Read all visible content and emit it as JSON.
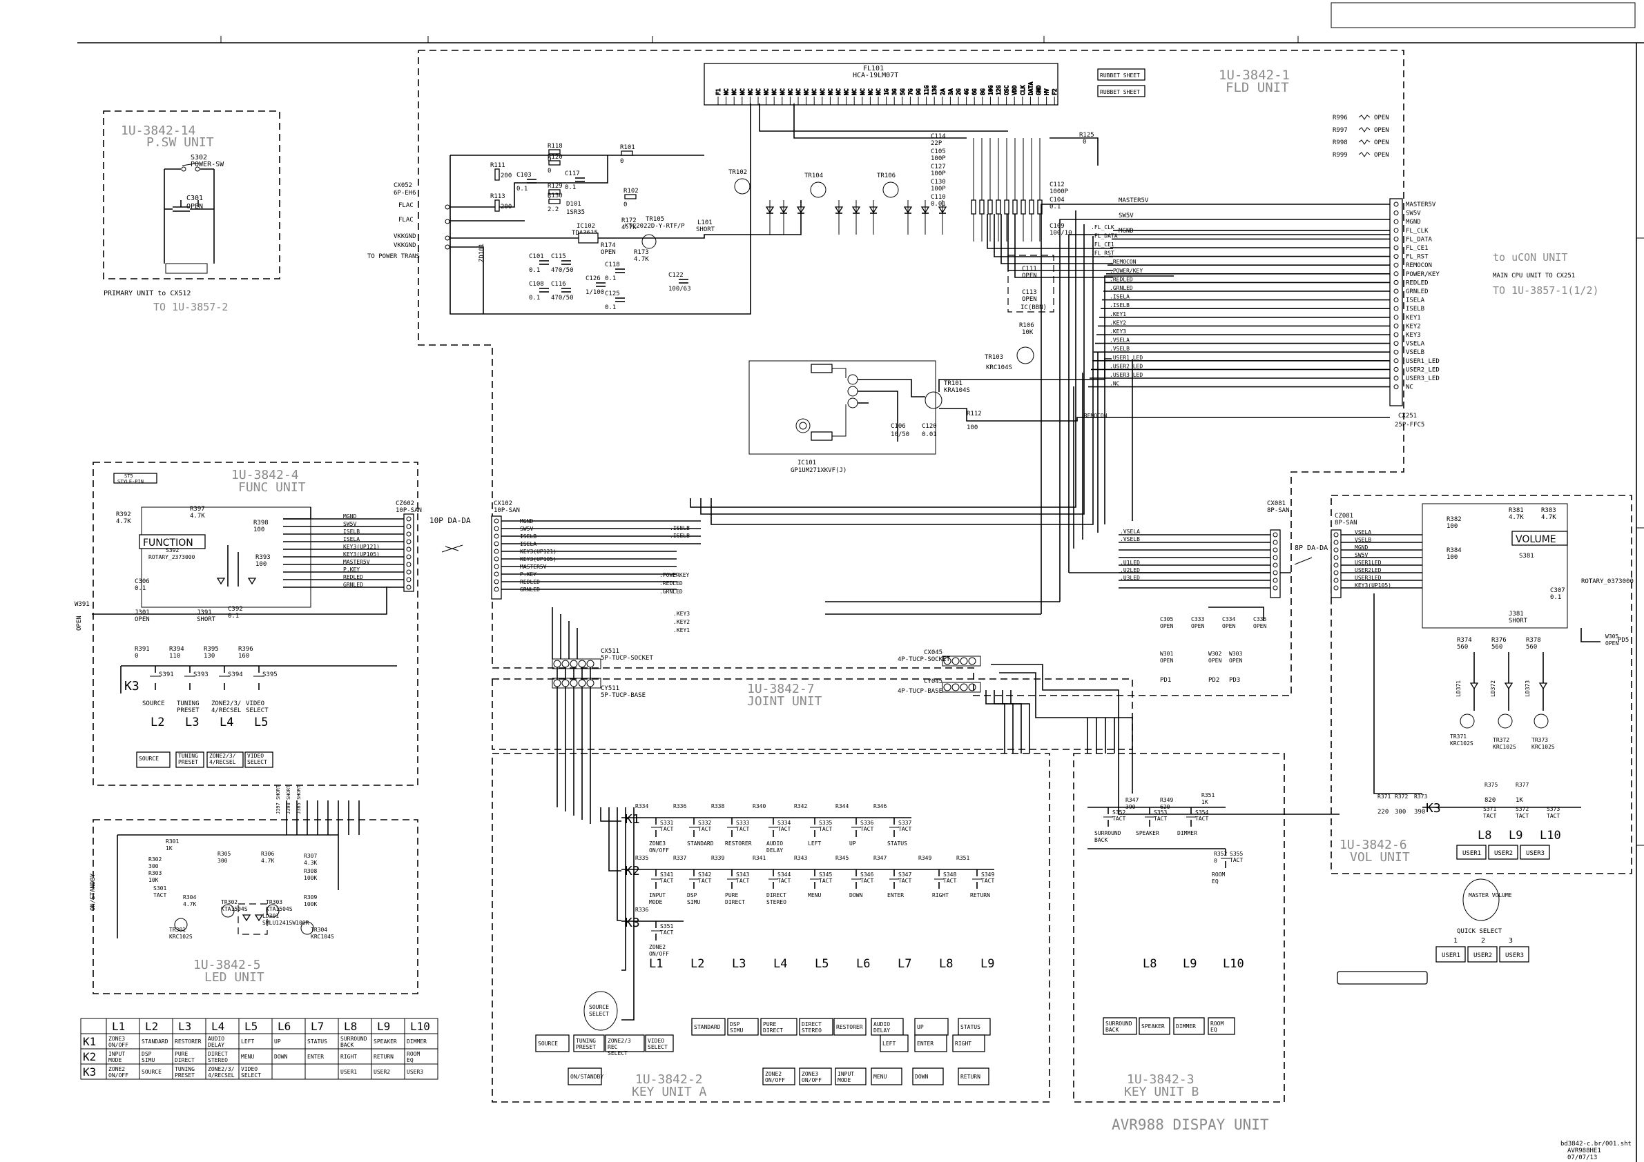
{
  "title": "AVR988 DISPAY UNIT",
  "file_id": [
    "bd3842-c.br/001.sht",
    "AVR988HE1",
    "07/07/13"
  ],
  "units": {
    "fld": {
      "code": "1U-3842-1",
      "name": "FLD UNIT"
    },
    "psw": {
      "code": "1U-3842-14",
      "name": "P.SW UNIT"
    },
    "func": {
      "code": "1U-3842-4",
      "name": "FUNC UNIT"
    },
    "led": {
      "code": "1U-3842-5",
      "name": "LED UNIT"
    },
    "joint": {
      "code": "1U-3842-7",
      "name": "JOINT UNIT"
    },
    "keya": {
      "code": "1U-3842-2",
      "name": "KEY UNIT A"
    },
    "keyb": {
      "code": "1U-3842-3",
      "name": "KEY UNIT B"
    },
    "vol": {
      "code": "1U-3842-6",
      "name": "VOL UNIT"
    }
  },
  "labels": {
    "to_ucon": "to uCON UNIT",
    "main_cpu": "MAIN CPU UNIT TO CX251",
    "to_3857_1": "TO 1U-3857-1(1/2)",
    "primary": "PRIMARY UNIT to CX512",
    "to_3857_2": "TO 1U-3857-2",
    "to_power": "TO POWER TRANS",
    "da_10p": "10P DA-DA",
    "da_8p": "8P DA-DA",
    "fl101": [
      "FL101",
      "HCA-19LM07T"
    ],
    "cx052": [
      "CX052",
      "6P-EH6"
    ],
    "cx251": [
      "CX251",
      "25P-FFC5"
    ],
    "cx102": [
      "CX102",
      "10P-SAN"
    ],
    "cz602": [
      "CZ602",
      "10P-SAN"
    ],
    "cx081": [
      "CX081",
      "8P-SAN"
    ],
    "cz081": [
      "CZ081",
      "8P-SAN"
    ],
    "cx511": [
      "CX511",
      "5P-TUCP-SOCKET"
    ],
    "cy511": [
      "CY511",
      "5P-TUCP-BASE"
    ],
    "cx045": [
      "CX045",
      "4P-TUCP-SOCKET"
    ],
    "cy045": [
      "CY045",
      "4P-TUCP-BASE"
    ],
    "ic101": [
      "IC101",
      "GP1UM271XKVF(J)"
    ],
    "function": "FUNCTION",
    "volume": "VOLUME",
    "rotary_func": [
      "S392",
      "ROTARY_2373000"
    ],
    "rotary_vol": "ROTARY_0373000",
    "rubbet1": "RUBBET SHEET",
    "rubbet2": "RUBBET SHEET",
    "st_b": [
      "ST5",
      "STYLE-PIN"
    ]
  },
  "cx251_pins": [
    "MASTER5V",
    "SW5V",
    "MGND",
    "FL_CLK",
    "FL_DATA",
    "FL_CE1",
    "FL_RST",
    "REMOCON",
    "POWER/KEY",
    "REDLED",
    "GRNLED",
    "ISELA",
    "ISELB",
    "KEY1",
    "KEY2",
    "KEY3",
    "VSELA",
    "VSELB",
    "USER1_LED",
    "USER2_LED",
    "USER3_LED",
    "NC"
  ],
  "cx052_pins": [
    "FLAC",
    "FLAC",
    "VKKGND",
    "VKKGND"
  ],
  "func_bus": [
    "MGND",
    "SW5V",
    "ISELB",
    "ISELA",
    "KEY3(UP121)",
    "KEY3(UP105)",
    "MASTER5V",
    "P.KEY",
    "REDLED",
    "GRNLED"
  ],
  "cx081_bus": [
    "VSELA",
    "VSELB",
    "MGND",
    "SW5V",
    "USER1LED",
    "USER2LED",
    "USER3LED",
    "KEY3(UP105)"
  ],
  "psw_parts": [
    "S302",
    "POWER-SW",
    "C301",
    "OPEN"
  ],
  "func_keys": {
    "row_label": "K3",
    "switches": [
      "S391 TACT",
      "S393 TACT",
      "S394 TACT",
      "S395 TACT"
    ],
    "names": [
      "SOURCE",
      "TUNING PRESET",
      "ZONE2/3/ 4/RECSEL",
      "VIDEO SELECT"
    ],
    "cols": [
      "L2",
      "L3",
      "L4",
      "L5"
    ]
  },
  "func_buttons": [
    "SOURCE",
    "TUNING PRESET",
    "ZONE2/3/ 4/RECSEL",
    "VIDEO SELECT"
  ],
  "led_parts": [
    "R301 1K",
    "R302 300",
    "R303 10K",
    "R304 4.7K",
    "R305 300",
    "R306 4.7K",
    "R307 4.3K",
    "R308 100K",
    "R309 100K",
    "TR301 KRC102S",
    "TR302 KTA1504S",
    "TR303 KTA1504S",
    "TR304 KRC104S",
    "LD301 SMLU1241SW100R",
    "S301 TACT"
  ],
  "led_standby": "ON/STANDBY",
  "keya_rows": [
    {
      "k": "K1",
      "names": [
        "ZONE3 ON/OFF",
        "STANDARD",
        "RESTORER",
        "AUDIO DELAY",
        "LEFT",
        "UP",
        "STATUS"
      ]
    },
    {
      "k": "K2",
      "names": [
        "INPUT MODE",
        "DSP SIMU",
        "PURE DIRECT",
        "DIRECT STEREO",
        "MENU",
        "DOWN",
        "ENTER",
        "RIGHT",
        "RETURN"
      ]
    },
    {
      "k": "K3",
      "names": [
        "ZONE2 ON/OFF"
      ]
    }
  ],
  "keya_cols": [
    "L1",
    "L2",
    "L3",
    "L4",
    "L5",
    "L6",
    "L7",
    "L8",
    "L9"
  ],
  "keyb_names": [
    "SURROUND BACK",
    "SPEAKER",
    "DIMMER",
    "ROOM EQ"
  ],
  "keyb_cols": [
    "L8",
    "L9",
    "L10"
  ],
  "vol_row": "K3",
  "vol_cols": [
    "L8",
    "L9",
    "L10"
  ],
  "vol_buttons": [
    "USER1",
    "USER2",
    "USER3"
  ],
  "quick_select": {
    "label": "QUICK SELECT",
    "knob": "MASTER VOLUME",
    "nums": [
      "1",
      "2",
      "3"
    ],
    "buttons": [
      "USER1",
      "USER2",
      "USER3"
    ]
  },
  "panel_a": {
    "source_knob": "SOURCE SELECT",
    "row1": [
      "STANDARD",
      "DSP SIMU",
      "PURE DIRECT",
      "DIRECT STEREO",
      "RESTORER",
      "AUDIO DELAY",
      "UP",
      "STATUS"
    ],
    "row2": [
      "SOURCE",
      "TUNING PRESET",
      "ZONE2/3 REC SELECT",
      "VIDEO SELECT",
      "LEFT",
      "ENTER",
      "RIGHT"
    ],
    "row3": [
      "ON/STANDBY",
      "ZONE2 ON/OFF",
      "ZONE3 ON/OFF",
      "INPUT MODE",
      "MENU",
      "DOWN",
      "RETURN"
    ]
  },
  "panel_b": [
    "SURROUND BACK",
    "SPEAKER",
    "DIMMER",
    "ROOM EQ"
  ],
  "matrix": {
    "cols": [
      "L1",
      "L2",
      "L3",
      "L4",
      "L5",
      "L6",
      "L7",
      "L8",
      "L9",
      "L10"
    ],
    "rows": [
      {
        "k": "K1",
        "cells": [
          "ZONE3 ON/OFF",
          "STANDARD",
          "RESTORER",
          "AUDIO DELAY",
          "LEFT",
          "UP",
          "STATUS",
          "SURROUND BACK",
          "SPEAKER",
          "DIMMER"
        ]
      },
      {
        "k": "K2",
        "cells": [
          "INPUT MODE",
          "DSP SIMU",
          "PURE DIRECT",
          "DIRECT STEREO",
          "MENU",
          "DOWN",
          "ENTER",
          "RIGHT",
          "RETURN",
          "ROOM EQ"
        ]
      },
      {
        "k": "K3",
        "cells": [
          "ZONE2 ON/OFF",
          "SOURCE",
          "TUNING PRESET",
          "ZONE2/3/ 4/RECSEL",
          "VIDEO SELECT",
          "",
          "",
          "USER1",
          "USER2",
          "USER3"
        ]
      }
    ]
  },
  "open_resistors": [
    "R996",
    "R997",
    "R998",
    "R999"
  ],
  "open_label": "OPEN"
}
